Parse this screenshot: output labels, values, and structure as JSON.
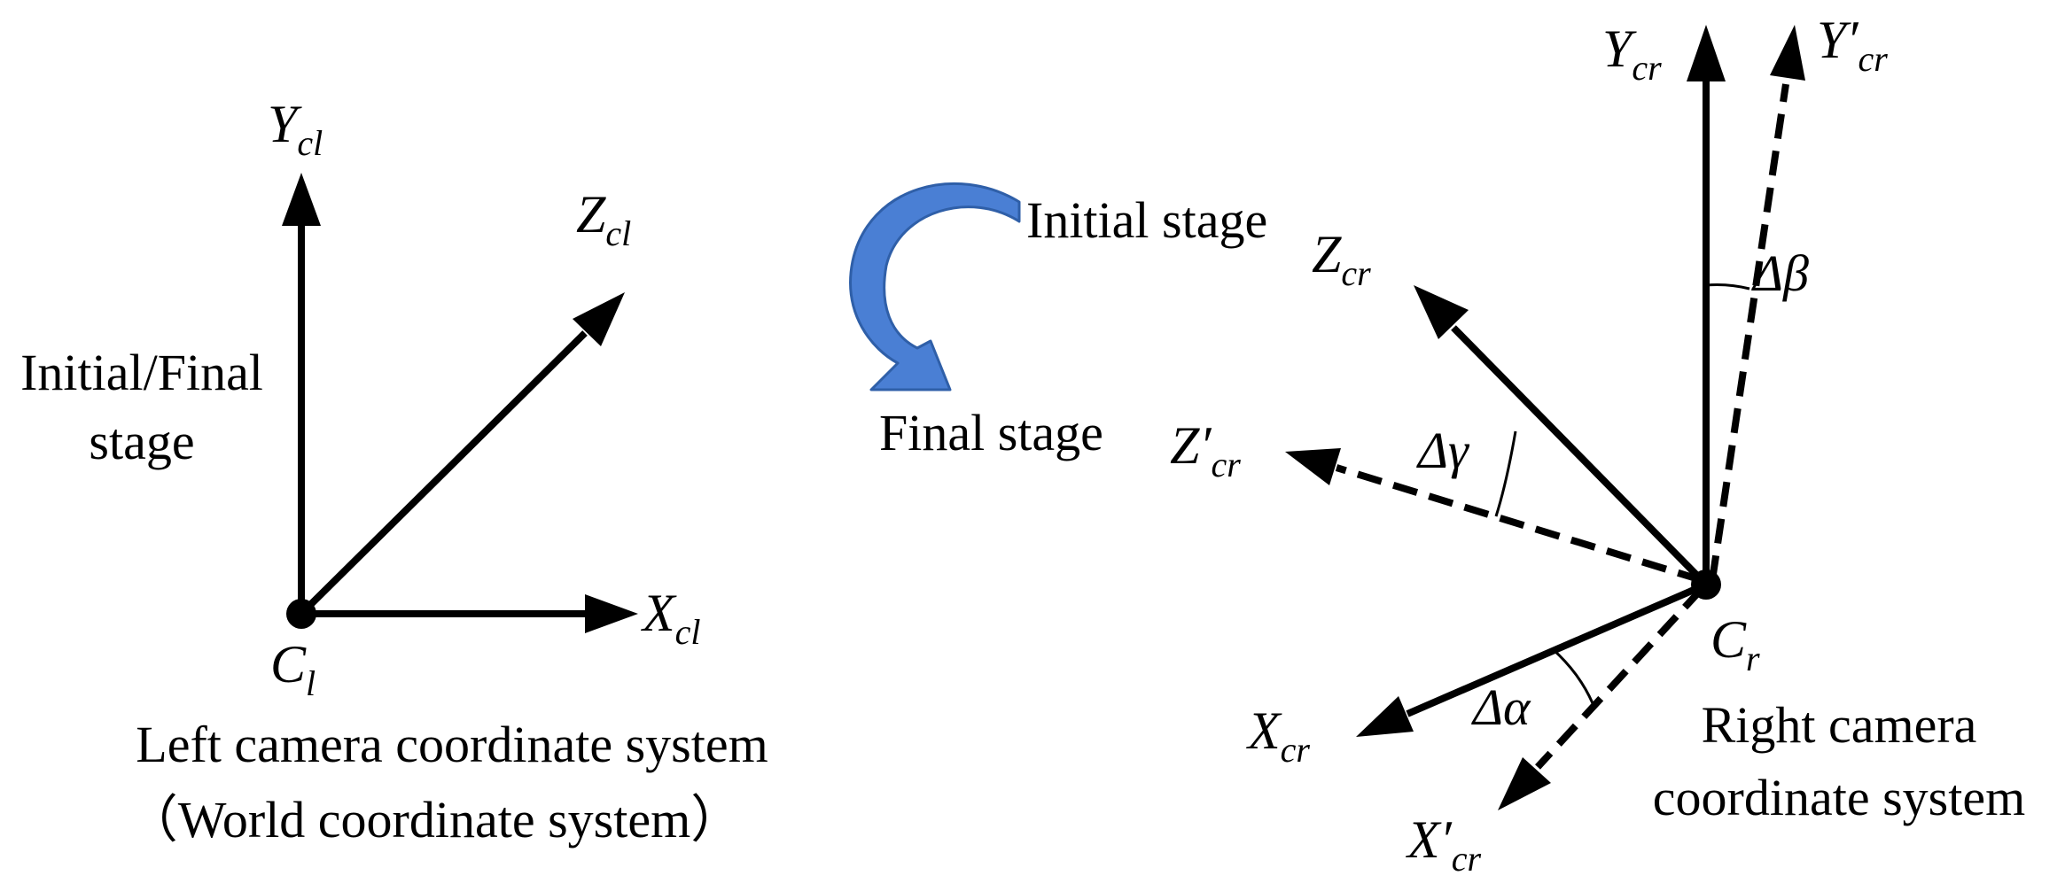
{
  "left_system": {
    "stage_label_line1": "Initial/Final",
    "stage_label_line2": "stage",
    "axes": {
      "y": {
        "main": "Y",
        "sub": "cl"
      },
      "z": {
        "main": "Z",
        "sub": "cl"
      },
      "x": {
        "main": "X",
        "sub": "cl"
      }
    },
    "origin": {
      "main": "C",
      "sub": "l"
    },
    "caption_line1": "Left camera coordinate system",
    "caption_line2": "（World coordinate system）"
  },
  "rotation_legend": {
    "initial_label": "Initial stage",
    "final_label": "Final stage",
    "arrow_color": "#4A7FD4"
  },
  "right_system": {
    "axes": {
      "y": {
        "main": "Y",
        "sub": "cr"
      },
      "y_prime": {
        "main": "Y′",
        "sub": "cr"
      },
      "z": {
        "main": "Z",
        "sub": "cr"
      },
      "z_prime": {
        "main": "Z′",
        "sub": "cr"
      },
      "x": {
        "main": "X",
        "sub": "cr"
      },
      "x_prime": {
        "main": "X′",
        "sub": "cr"
      }
    },
    "origin": {
      "main": "C",
      "sub": "r"
    },
    "angles": {
      "beta": "Δβ",
      "gamma": "Δγ",
      "alpha": "Δα"
    },
    "caption_line1": "Right camera",
    "caption_line2": "coordinate system"
  }
}
